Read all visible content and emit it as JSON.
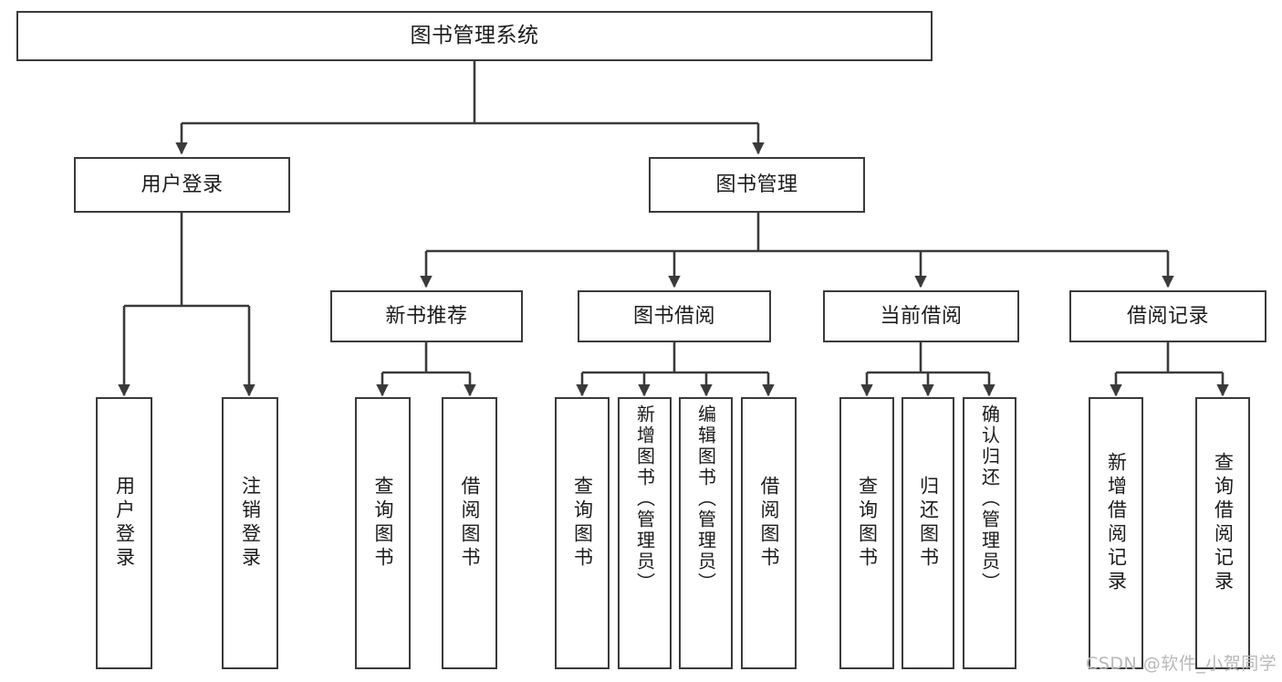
{
  "diagram": {
    "title": "图书管理系统",
    "type": "tree-hierarchy",
    "stroke_color": "#3a3a3a",
    "background_color": "#ffffff",
    "text_color": "#1b1b1b"
  },
  "root": {
    "label": "图书管理系统"
  },
  "level2": [
    {
      "label": "用户登录"
    },
    {
      "label": "图书管理"
    }
  ],
  "level3": [
    {
      "label": "新书推荐"
    },
    {
      "label": "图书借阅"
    },
    {
      "label": "当前借阅"
    },
    {
      "label": "借阅记录"
    }
  ],
  "leaves": {
    "user_login": [
      {
        "label": "用户登录"
      },
      {
        "label": "注销登录"
      }
    ],
    "new_book_recommend": [
      {
        "label": "查询图书"
      },
      {
        "label": "借阅图书"
      }
    ],
    "book_borrow": [
      {
        "label": "查询图书"
      },
      {
        "label": "新增图书（管理员）"
      },
      {
        "label": "编辑图书（管理员）"
      },
      {
        "label": "借阅图书"
      }
    ],
    "current_borrow": [
      {
        "label": "查询图书"
      },
      {
        "label": "归还图书"
      },
      {
        "label": "确认归还（管理员）"
      }
    ],
    "borrow_record": [
      {
        "label": "新增借阅记录"
      },
      {
        "label": "查询借阅记录"
      }
    ]
  },
  "watermark": {
    "text": "CSDN @软件_小贺同学"
  }
}
